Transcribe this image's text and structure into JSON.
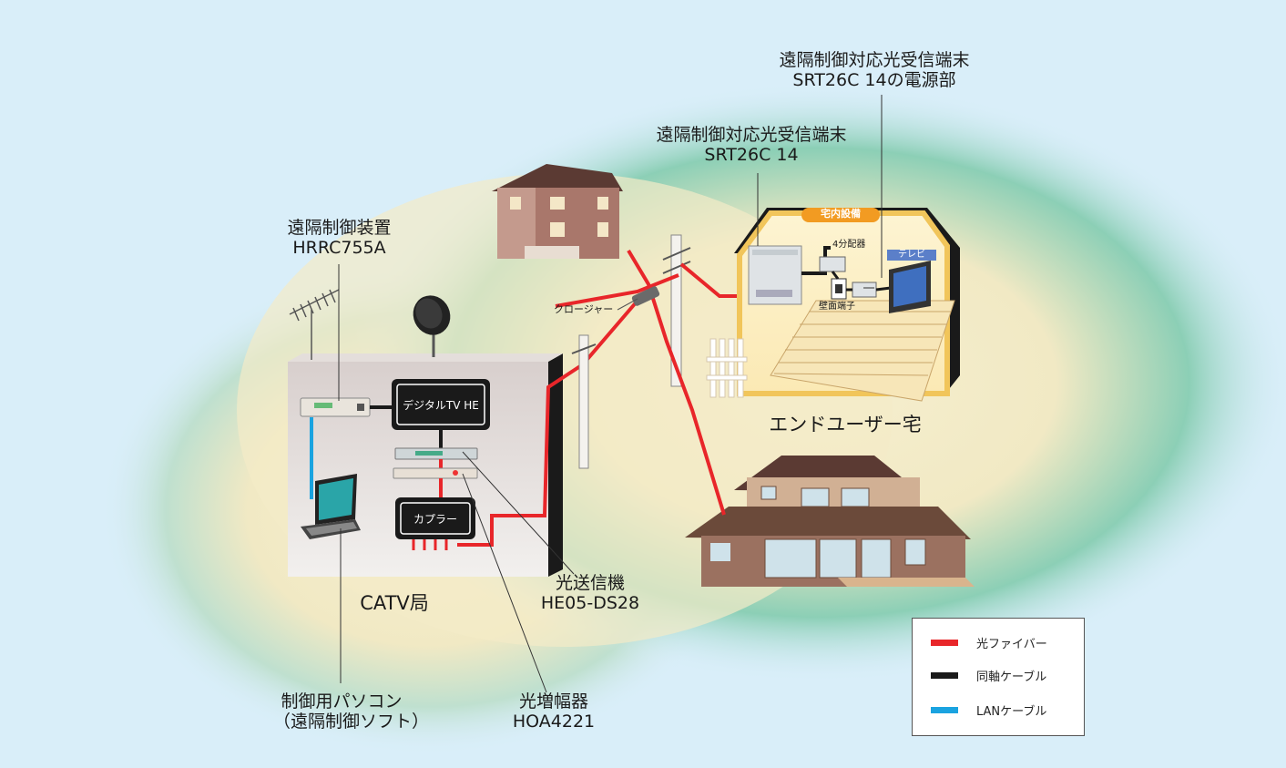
{
  "labels": {
    "remote_unit_line1": "遠隔制御装置",
    "remote_unit_line2": "HRRC755A",
    "receiver_line1": "遠隔制御対応光受信端末",
    "receiver_line2": "SRT26C 14",
    "power_line1": "遠隔制御対応光受信端末",
    "power_line2": "SRT26C 14の電源部",
    "closure": "クロージャー",
    "indoor_equipment": "宅内設備",
    "splitter": "4分配器",
    "wall_outlet": "壁面端子",
    "tv": "テレビ",
    "end_user": "エンドユーザー宅",
    "digital_he": "デジタルTV HE",
    "coupler": "カプラー",
    "catv": "CATV局",
    "transmitter_line1": "光送信機",
    "transmitter_line2": "HE05-DS28",
    "amplifier_line1": "光増幅器",
    "amplifier_line2": "HOA4221",
    "pc_line1": "制御用パソコン",
    "pc_line2": "（遠隔制御ソフト）"
  },
  "legend": [
    {
      "label": "光ファイバー",
      "color": "#e8262a"
    },
    {
      "label": "同軸ケーブル",
      "color": "#1a1a1a"
    },
    {
      "label": "LANケーブル",
      "color": "#1aa3e0"
    }
  ],
  "colors": {
    "fiber": "#e8262a",
    "coax": "#1a1a1a",
    "lan": "#1aa3e0",
    "background": "#d9eef9"
  }
}
